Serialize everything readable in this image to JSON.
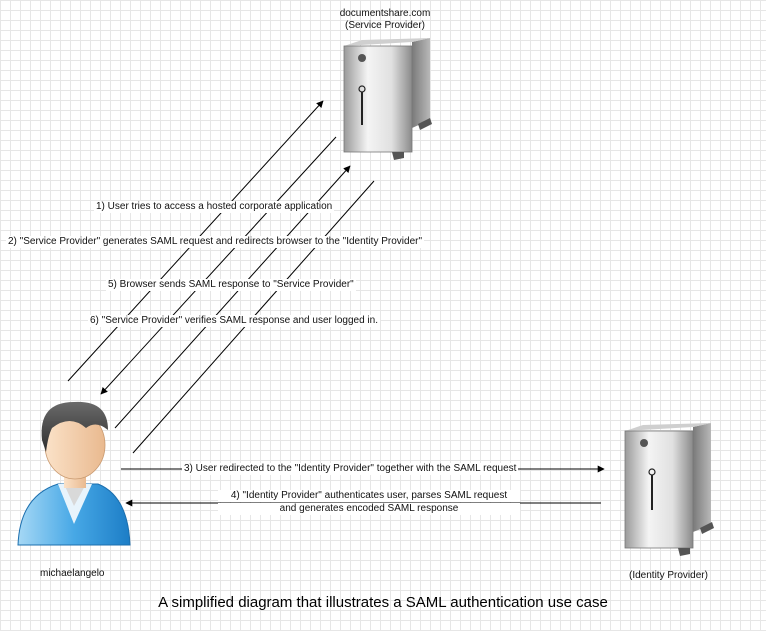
{
  "service_provider": {
    "domain": "documentshare.com",
    "role": "(Service Provider)"
  },
  "identity_provider": {
    "role": "(Identity Provider)"
  },
  "user": {
    "name": "michaelangelo"
  },
  "steps": {
    "s1": "1) User tries to access a hosted corporate application",
    "s2": "2) \"Service Provider\" generates SAML request and redirects browser to the \"Identity Provider\"",
    "s3": "3) User redirected to the \"Identity Provider\" together with the SAML request",
    "s4_line1": "4) \"Identity Provider\" authenticates user, parses SAML request",
    "s4_line2": "and generates encoded SAML response",
    "s5": "5) Browser sends SAML response to \"Service Provider\"",
    "s6": "6) \"Service Provider\" verifies SAML response  and user logged in."
  },
  "caption": "A simplified diagram that illustrates a SAML authentication use case"
}
